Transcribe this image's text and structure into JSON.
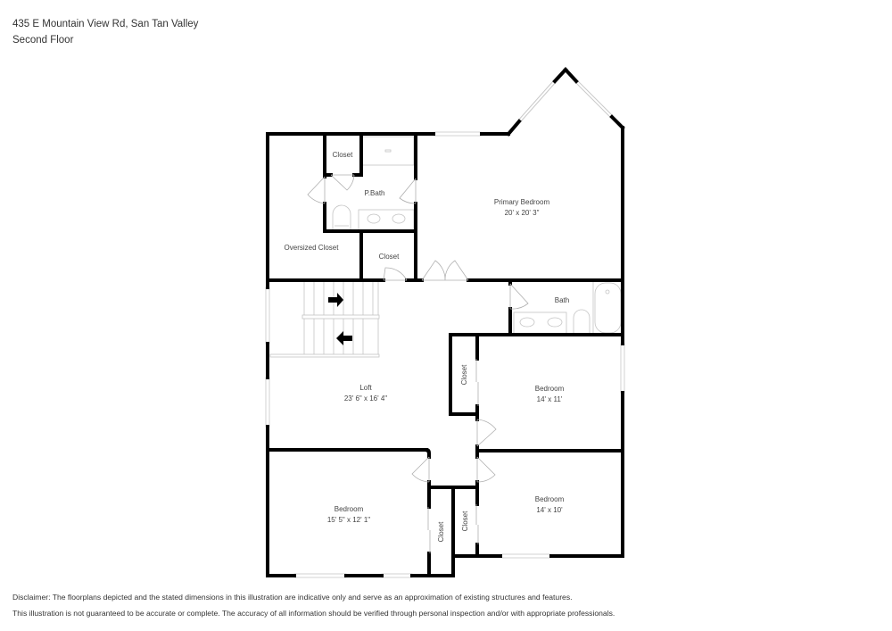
{
  "header": {
    "address": "435 E Mountain View Rd, San Tan Valley",
    "floor": "Second Floor"
  },
  "colors": {
    "wall": "#000000",
    "fixture": "#bdbdbd",
    "window": "#cfcfcf",
    "text": "#444444"
  },
  "rooms": {
    "oversized_closet": {
      "name": "Oversized Closet"
    },
    "closet_top": {
      "name": "Closet"
    },
    "pbath": {
      "name": "P.Bath"
    },
    "closet_mid": {
      "name": "Closet"
    },
    "primary_bedroom": {
      "name": "Primary Bedroom",
      "dims": "20' x 20' 3\""
    },
    "bath": {
      "name": "Bath"
    },
    "loft": {
      "name": "Loft",
      "dims": "23' 6\" x 16' 4\""
    },
    "closet_loft": {
      "name": "Closet"
    },
    "bedroom_right_upper": {
      "name": "Bedroom",
      "dims": "14' x 11'"
    },
    "bedroom_left_lower": {
      "name": "Bedroom",
      "dims": "15' 5\" x 12' 1\""
    },
    "closet_lower_a": {
      "name": "Closet"
    },
    "closet_lower_b": {
      "name": "Closet"
    },
    "bedroom_right_lower": {
      "name": "Bedroom",
      "dims": "14' x 10'"
    }
  },
  "icons": {
    "stair_up": "arrow-right",
    "stair_down": "arrow-left"
  },
  "disclaimer": {
    "line1": "Disclaimer: The floorplans depicted and the stated dimensions in this illustration are indicative only and serve as an approximation of existing structures and features.",
    "line2": "This illustration is not guaranteed to be accurate or complete. The accuracy of all information should be verified through personal inspection and/or with appropriate professionals."
  }
}
